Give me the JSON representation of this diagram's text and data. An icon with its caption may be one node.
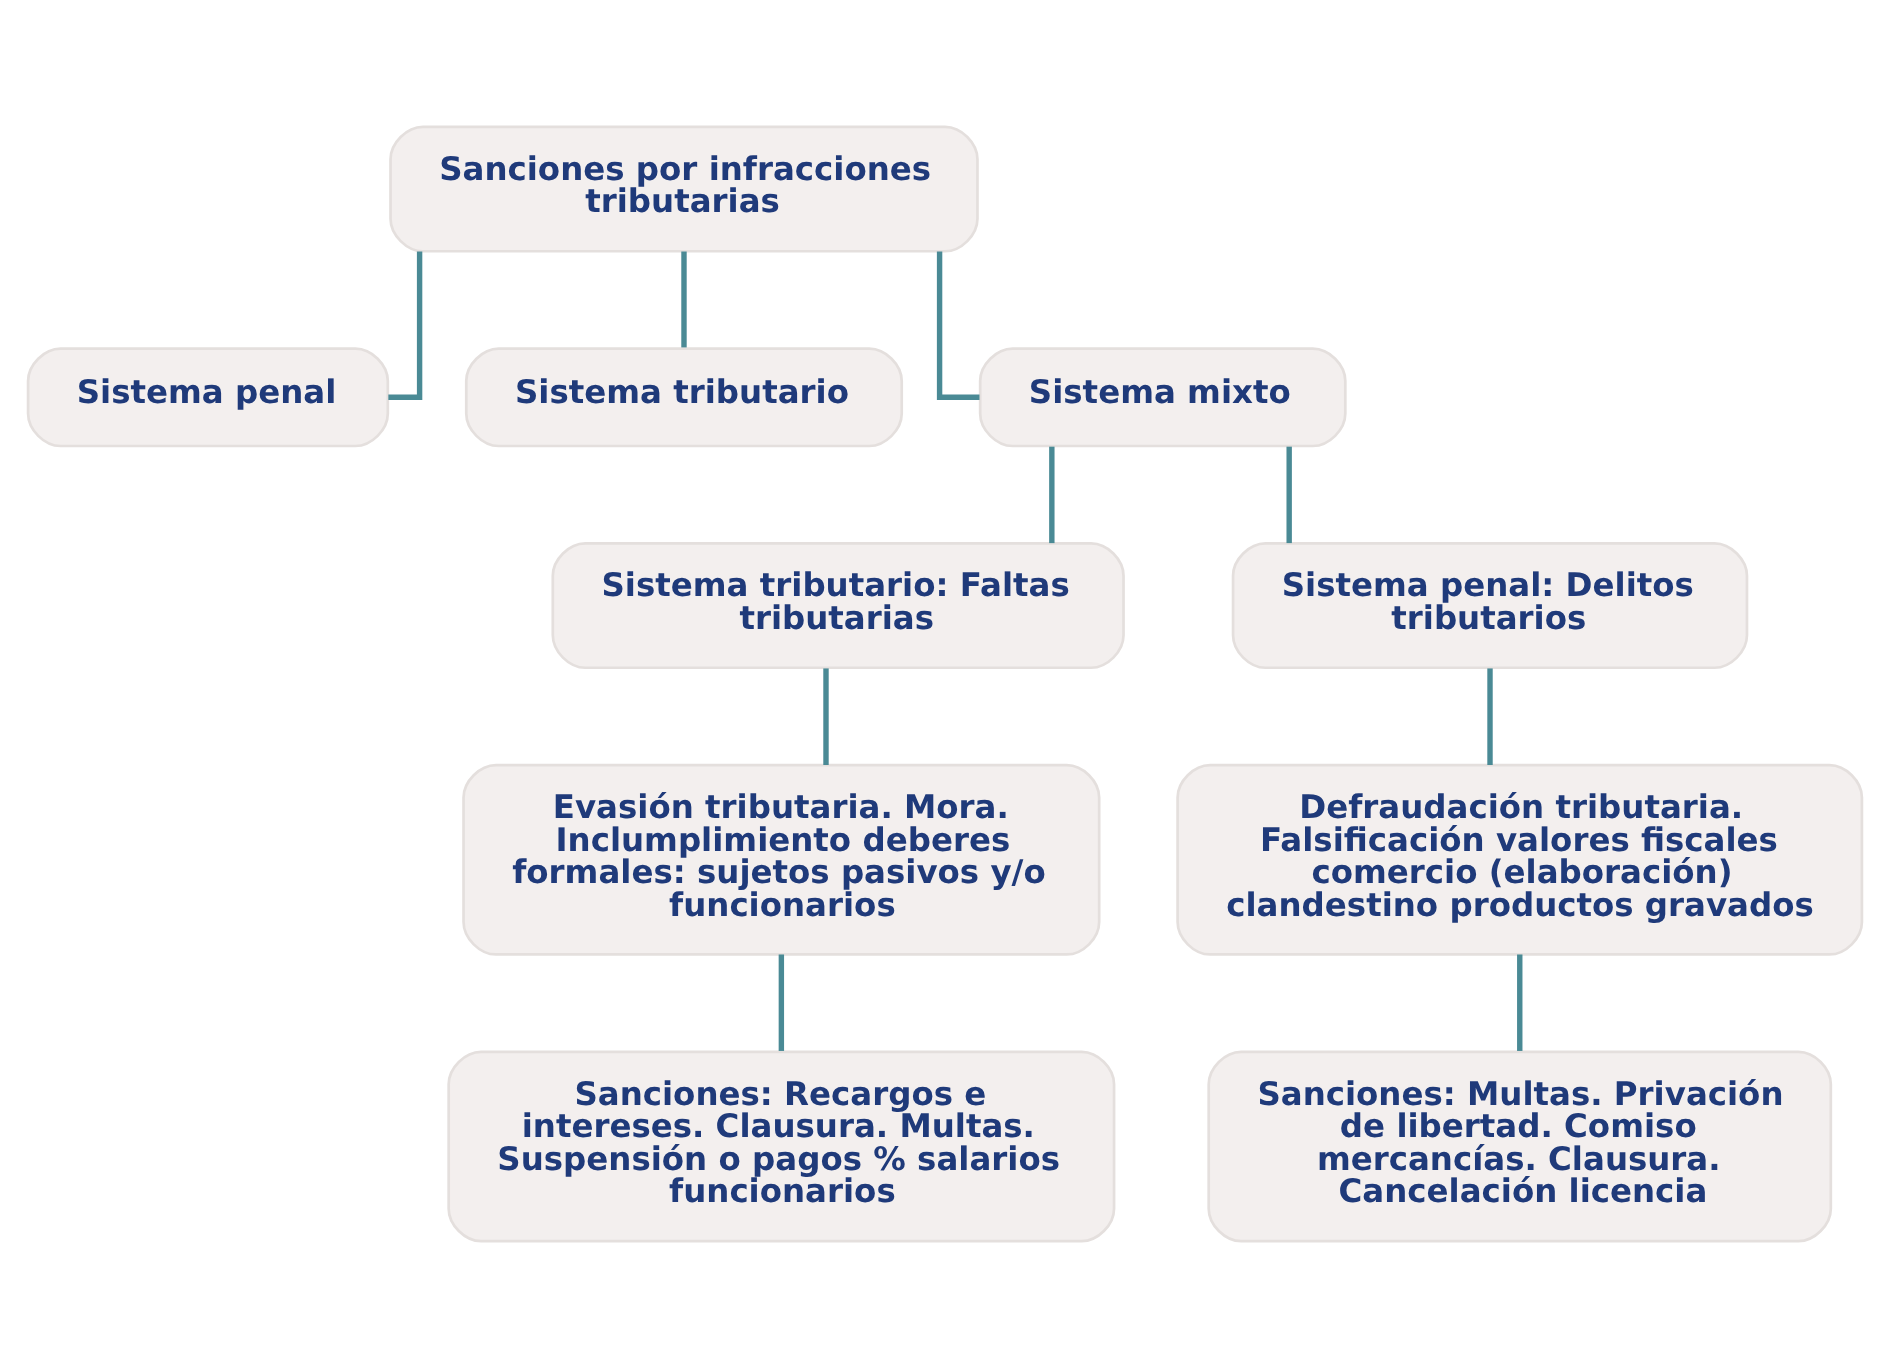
{
  "diagram": {
    "nodes": [
      {
        "text": [
          "Sanciones por infracciones tributarias"
        ]
      },
      {
        "text": [
          "Sistema penal"
        ]
      },
      {
        "text": [
          "Sistema tributario"
        ]
      },
      {
        "text": [
          "Sistema mixto"
        ]
      },
      {
        "text": [
          "Sistema tributario: Faltas tributarias"
        ]
      },
      {
        "text": [
          "Sistema penal: Delitos tributarios"
        ]
      },
      {
        "text": [
          "Evasión tributaria. Mora. Inclumplimiento deberes formales: sujetos pasivos y/o funcionarios"
        ]
      },
      {
        "text": [
          "Defraudación tributaria. Falsificación valores fiscales comercio (elaboración) clandestino productos gravados"
        ]
      },
      {
        "text": [
          "Sanciones: Recargos e intereses. Clausura. Multas. Suspensión o pagos % salarios funcionarios"
        ]
      },
      {
        "text": [
          "Sanciones: Multas. Privación de libertad. Comiso mercancías. Clausura. Cancelación licencia"
        ]
      }
    ],
    "edges": [
      {
        "from": 0,
        "to": 1,
        "arrow": "none"
      },
      {
        "from": 0,
        "to": 2,
        "arrow": "none"
      },
      {
        "from": 0,
        "to": 3,
        "arrow": "none"
      },
      {
        "from": 3,
        "to": 4,
        "arrow": "none"
      },
      {
        "from": 3,
        "to": 5,
        "arrow": "none"
      },
      {
        "from": 4,
        "to": 6,
        "arrow": "none"
      },
      {
        "from": 5,
        "to": 7,
        "arrow": "none"
      },
      {
        "from": 6,
        "to": 8,
        "arrow": "none"
      },
      {
        "from": 7,
        "to": 9,
        "arrow": "none"
      }
    ]
  }
}
